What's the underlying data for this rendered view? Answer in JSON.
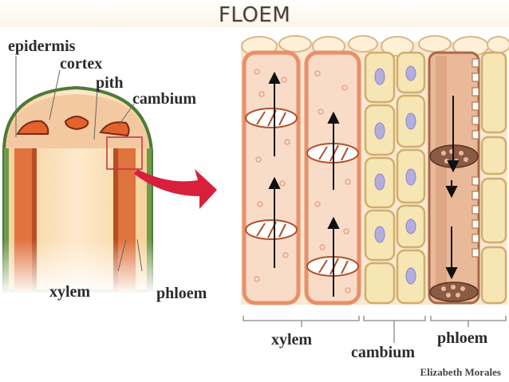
{
  "title": "FLOEM",
  "labels": {
    "epidermis": "epidermis",
    "cortex": "cortex",
    "pith": "pith",
    "cambium_stem": "cambium",
    "xylem_stem": "xylem",
    "phloem_stem": "phloem",
    "xylem_tissue": "xylem",
    "cambium_tissue": "cambium",
    "phloem_tissue": "phloem"
  },
  "credit": "Elizabeth Morales",
  "colors": {
    "xylem": "#e8906a",
    "xylem_light": "#f8dcc8",
    "cambium": "#f6e6b4",
    "phloem": "#c98a6a",
    "stem_fill": "#fbe1b8",
    "epidermis": "#4e7a3a",
    "arrow": "#d8203c"
  }
}
